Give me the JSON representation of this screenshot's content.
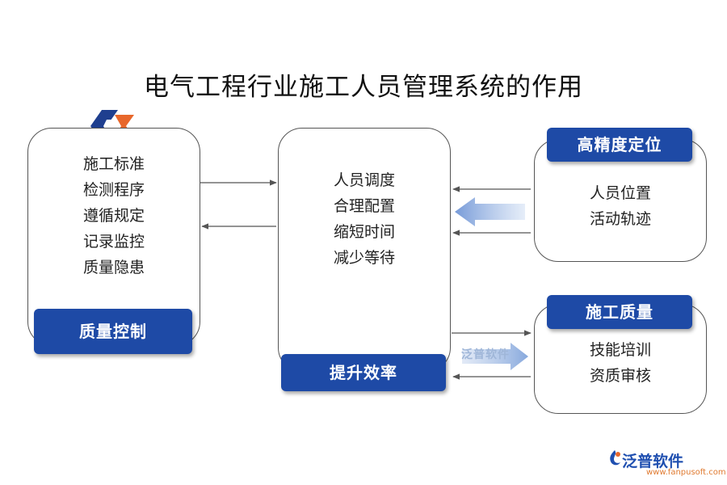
{
  "title": "电气工程行业施工人员管理系统的作用",
  "left_box": {
    "items": [
      "施工标准",
      "检测程序",
      "遵循规定",
      "记录监控",
      "质量隐患"
    ],
    "label": "质量控制"
  },
  "center_box": {
    "items": [
      "人员调度",
      "合理配置",
      "缩短时间",
      "减少等待"
    ],
    "label": "提升效率"
  },
  "right_top_box": {
    "label": "高精度定位",
    "items": [
      "人员位置",
      "活动轨迹"
    ]
  },
  "right_bottom_box": {
    "label": "施工质量",
    "items": [
      "技能培训",
      "资质审核"
    ]
  },
  "watermark": "泛普软件",
  "brand": {
    "name": "泛普软件",
    "url": "www.fanpusoft.com"
  },
  "colors": {
    "label_bg": "#1e4aa6",
    "logo_blue": "#1f3f8f",
    "logo_orange": "#e8672b"
  }
}
